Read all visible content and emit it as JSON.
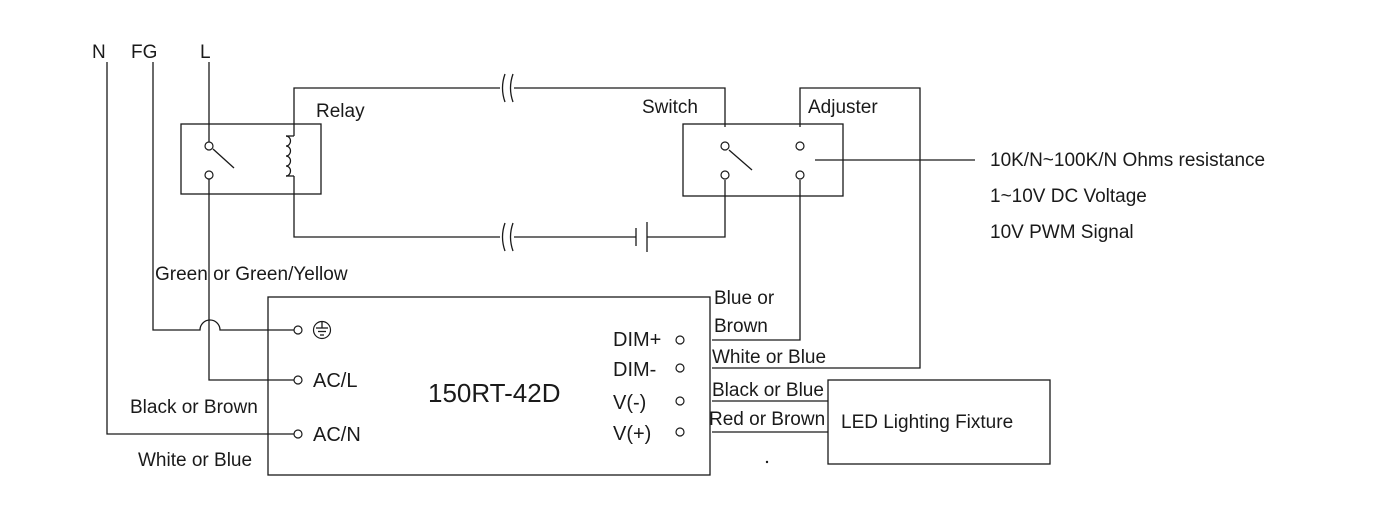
{
  "terminals_top": {
    "n": "N",
    "fg": "FG",
    "l": "L"
  },
  "components": {
    "relay": "Relay",
    "switch": "Switch",
    "adjuster": "Adjuster",
    "driver_model": "150RT-42D",
    "fixture": "LED Lighting Fixture"
  },
  "driver_terminals": {
    "ground_symbol": "earth-ground",
    "ac_l": "AC/L",
    "ac_n": "AC/N",
    "dim_plus": "DIM+",
    "dim_minus": "DIM-",
    "v_minus": "V(-)",
    "v_plus": "V(+)"
  },
  "wire_labels": {
    "fg_wire": "Green or Green/Yellow",
    "l_wire": "Black or Brown",
    "n_wire": "White or Blue",
    "dim_plus_wire_line1": "Blue or",
    "dim_plus_wire_line2": "Brown",
    "dim_minus_wire": "White or Blue",
    "v_minus_wire": "Black or Blue",
    "v_plus_wire": "Red or Brown"
  },
  "dimming_options": [
    "10K/N~100K/N Ohms resistance",
    "1~10V DC Voltage",
    "10V PWM Signal"
  ]
}
